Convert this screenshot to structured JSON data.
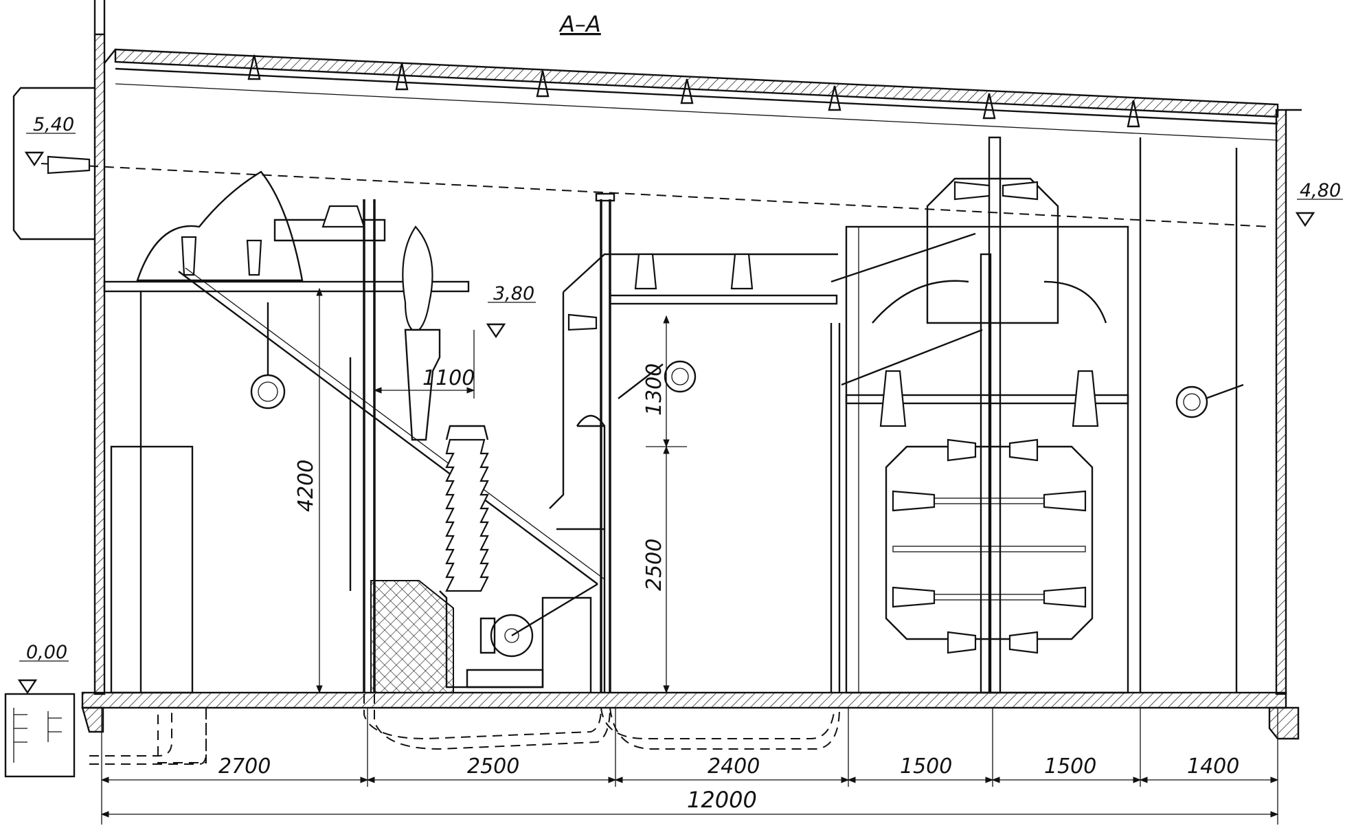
{
  "section_title": "A–A",
  "elevations": {
    "roof": "5,40",
    "left_wall": "4,80",
    "platform": "3,80",
    "floor": "0,00"
  },
  "vertical_dims": {
    "main_height": "4200",
    "upper_height": "1300",
    "lower_height": "2500"
  },
  "horizontal_dims": {
    "gap": "1100",
    "spans": [
      "2700",
      "2500",
      "2400",
      "1500",
      "1500",
      "1400"
    ],
    "overall": "12000"
  }
}
